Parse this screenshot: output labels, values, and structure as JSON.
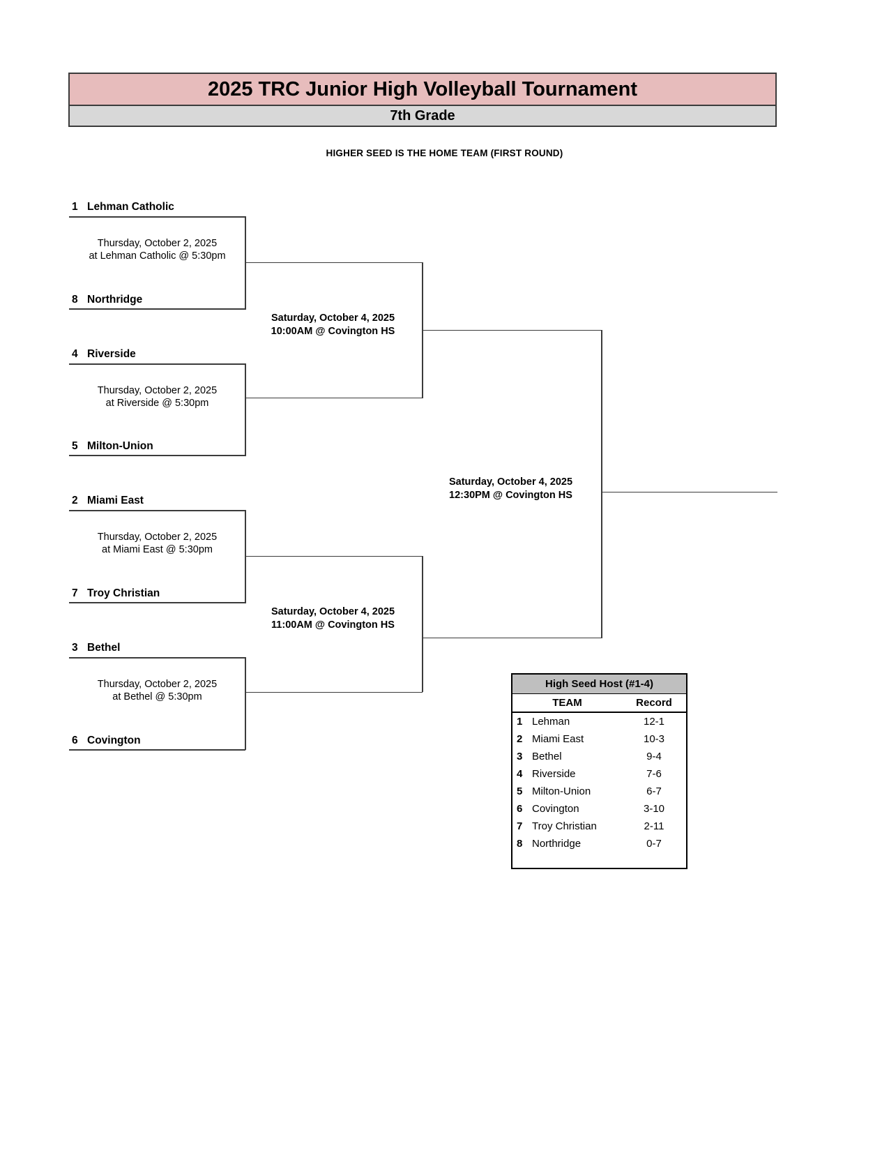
{
  "header": {
    "title": "2025 TRC Junior High Volleyball Tournament",
    "subtitle": "7th Grade",
    "note": "HIGHER SEED IS THE HOME TEAM (FIRST ROUND)",
    "title_bg": "#e7bcbc",
    "subtitle_bg": "#d8d8d8"
  },
  "bracket": {
    "round1": [
      {
        "top_seed": "1",
        "top_team": "Lehman Catholic",
        "bottom_seed": "8",
        "bottom_team": "Northridge",
        "info_line1": "Thursday, October 2, 2025",
        "info_line2": "at Lehman Catholic @ 5:30pm"
      },
      {
        "top_seed": "4",
        "top_team": "Riverside",
        "bottom_seed": "5",
        "bottom_team": "Milton-Union",
        "info_line1": "Thursday, October 2, 2025",
        "info_line2": "at Riverside @ 5:30pm"
      },
      {
        "top_seed": "2",
        "top_team": "Miami East",
        "bottom_seed": "7",
        "bottom_team": "Troy Christian",
        "info_line1": "Thursday, October 2, 2025",
        "info_line2": "at Miami East @ 5:30pm"
      },
      {
        "top_seed": "3",
        "top_team": "Bethel",
        "bottom_seed": "6",
        "bottom_team": "Covington",
        "info_line1": "Thursday, October 2, 2025",
        "info_line2": "at Bethel @ 5:30pm"
      }
    ],
    "semifinals": [
      {
        "info_line1": "Saturday, October 4, 2025",
        "info_line2": "10:00AM @ Covington HS"
      },
      {
        "info_line1": "Saturday, October 4, 2025",
        "info_line2": "11:00AM @ Covington HS"
      }
    ],
    "final": {
      "info_line1": "Saturday, October 4, 2025",
      "info_line2": "12:30PM @ Covington HS"
    }
  },
  "seed_table": {
    "title": "High Seed Host (#1-4)",
    "col_team": "TEAM",
    "col_record": "Record",
    "rows": [
      {
        "seed": "1",
        "team": "Lehman",
        "record": "12-1"
      },
      {
        "seed": "2",
        "team": "Miami East",
        "record": "10-3"
      },
      {
        "seed": "3",
        "team": "Bethel",
        "record": "9-4"
      },
      {
        "seed": "4",
        "team": "Riverside",
        "record": "7-6"
      },
      {
        "seed": "5",
        "team": "Milton-Union",
        "record": "6-7"
      },
      {
        "seed": "6",
        "team": "Covington",
        "record": "3-10"
      },
      {
        "seed": "7",
        "team": "Troy Christian",
        "record": "2-11"
      },
      {
        "seed": "8",
        "team": "Northridge",
        "record": "0-7"
      }
    ]
  }
}
